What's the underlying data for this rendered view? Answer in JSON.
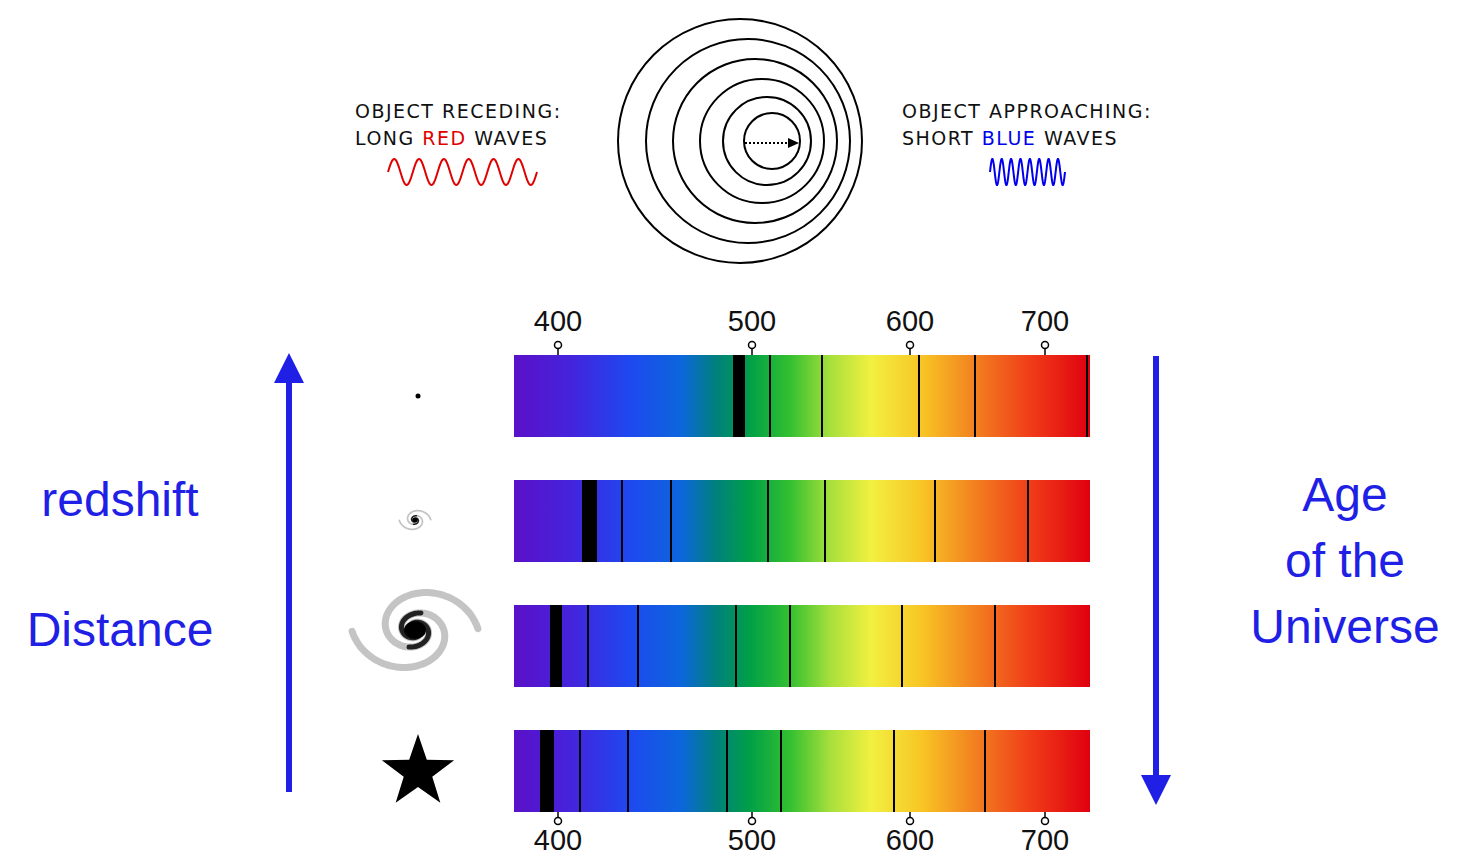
{
  "diagram": {
    "labels": [
      "OBJECT RECEDING:",
      "LONG RED WAVES",
      "OBJECT APPROACHING:",
      "SHORT BLUE WAVES",
      "400",
      "500",
      "600",
      "700",
      "400",
      "500",
      "600",
      "700",
      "redshift",
      "Distance",
      "Age of the Universe"
    ]
  }
}
